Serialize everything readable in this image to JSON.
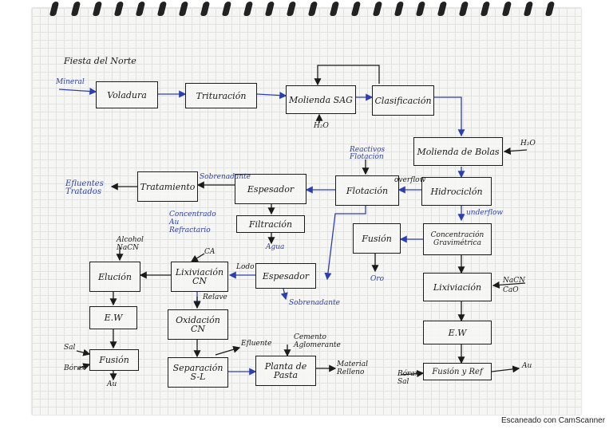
{
  "title": "Fiesta del Norte",
  "colors": {
    "ink": "#1b1b1b",
    "blue": "#2c3fb0",
    "paper": "#f6f6f4"
  },
  "boxes": {
    "voladura": "Voladura",
    "trituracion": "Trituración",
    "molienda_sag": "Molienda SAG",
    "clasificacion": "Clasificación",
    "molienda_bolas": "Molienda de Bolas",
    "hidrociclon": "Hidrociclón",
    "flotacion": "Flotación",
    "espesador_1": "Espesador",
    "tratamiento": "Tratamiento",
    "filtracion": "Filtración",
    "concentracion": "Concentración Gravimétrica",
    "fusion_1": "Fusión",
    "lixiviacion_1": "Lixiviación",
    "ew_1": "E.W",
    "fusion_ref": "Fusión y Ref",
    "espesador_2": "Espesador",
    "lixiviacion_cn": "Lixiviación CN",
    "elucion": "Elución",
    "ew_2": "E.W",
    "fusion_2": "Fusión",
    "oxidacion": "Oxidación CN",
    "separacion": "Separación S-L",
    "planta_pasta": "Planta de Pasta"
  },
  "labels": {
    "mineral": "Mineral",
    "h2o_sag": "H₂O",
    "h2o_bolas": "H₂O",
    "reactivos": "Reactivos Flotación",
    "overflow": "overflow",
    "underflow": "underflow",
    "sobrenadante_1": "Sobrenadante",
    "efluentes": "Efluentes Tratados",
    "concentrado": "Concentrado Au Refractario",
    "agua": "Agua",
    "oro": "Oro",
    "naoh_cao": "NaCN CaO",
    "barax_sal": "Bórax Sal",
    "au_final": "Au",
    "lodo": "Lodo",
    "sobrenadante_2": "Sobrenadante",
    "relave": "Relave",
    "ca": "CA",
    "alcohol": "Alcohol NaCN",
    "sal": "Sal",
    "borax": "Bórax",
    "au_2": "Au",
    "efluente": "Efluente",
    "cemento": "Cemento Aglomerante",
    "material_relleno": "Material Relleno"
  },
  "footer": "Escaneado con CamScanner"
}
